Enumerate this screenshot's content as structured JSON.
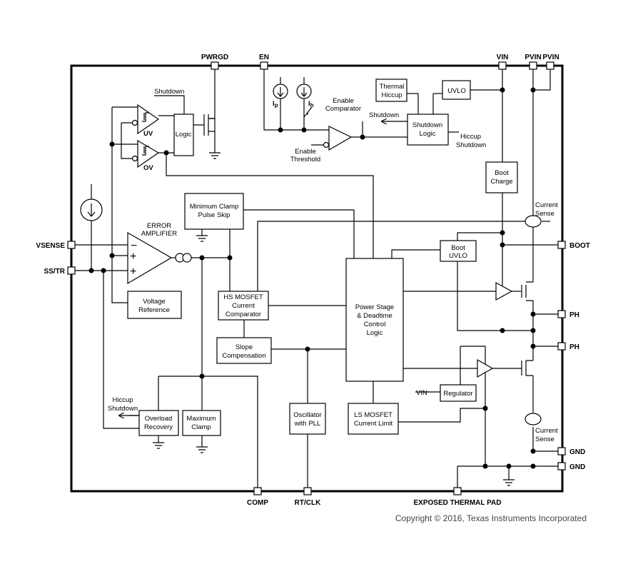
{
  "pins": {
    "pwrgd": "PWRGD",
    "en": "EN",
    "vin": "VIN",
    "pvin1": "PVIN",
    "pvin2": "PVIN",
    "vsense": "VSENSE",
    "sstr": "SS/TR",
    "boot": "BOOT",
    "ph1": "PH",
    "ph2": "PH",
    "gnd1": "GND",
    "gnd2": "GND",
    "comp": "COMP",
    "rtclk": "RT/CLK",
    "thermal_pad": "EXPOSED THERMAL PAD"
  },
  "blocks": {
    "logic": "Logic",
    "thermal_hiccup": [
      "Thermal",
      "Hiccup"
    ],
    "uvlo": "UVLO",
    "shutdown_logic": [
      "Shutdown",
      "Logic"
    ],
    "boot_charge": [
      "Boot",
      "Charge"
    ],
    "min_clamp": [
      "Minimum Clamp",
      "Pulse Skip"
    ],
    "boot_uvlo": [
      "Boot",
      "UVLO"
    ],
    "voltage_ref": [
      "Voltage",
      "Reference"
    ],
    "hs_comp": [
      "HS MOSFET",
      "Current",
      "Comparator"
    ],
    "power_stage": [
      "Power Stage",
      "& Deadtime",
      "Control",
      "Logic"
    ],
    "slope_comp": [
      "Slope",
      "Compensation"
    ],
    "regulator": "Regulator",
    "overload": [
      "Overload",
      "Recovery"
    ],
    "max_clamp": [
      "Maximum",
      "Clamp"
    ],
    "oscillator": [
      "Oscillator",
      "with PLL"
    ],
    "ls_limit": [
      "LS MOSFET",
      "Current Limit"
    ]
  },
  "labels": {
    "shutdown_top": "Shutdown",
    "uv": "UV",
    "ov": "OV",
    "ip": "I",
    "ip_sub": "p",
    "ih": "I",
    "ih_sub": "h",
    "enable_comparator": [
      "Enable",
      "Comparator"
    ],
    "shutdown_arrow": "Shutdown",
    "hiccup_shutdown_right": [
      "Hiccup",
      "Shutdown"
    ],
    "enable_threshold": [
      "Enable",
      "Threshold"
    ],
    "error_amplifier": [
      "ERROR",
      "AMPLIFIER"
    ],
    "amp_minus": "−",
    "amp_plus": "+",
    "current_sense_top": [
      "Current",
      "Sense"
    ],
    "current_sense_bottom": [
      "Current",
      "Sense"
    ],
    "vin_reg": "VIN",
    "hiccup_shutdown_left": [
      "Hiccup",
      "Shutdown"
    ]
  },
  "copyright": "Copyright © 2016, Texas Instruments Incorporated"
}
